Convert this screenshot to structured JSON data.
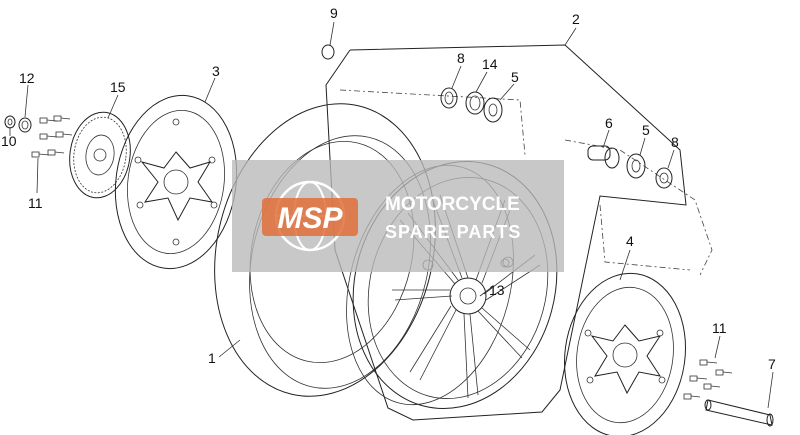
{
  "watermark": {
    "logo_text": "MSP",
    "line1": "MOTORCYCLE",
    "line2": "SPARE PARTS",
    "logo_color": "#e0703a",
    "band_color": "#b8b8b8"
  },
  "callouts": [
    {
      "id": "1",
      "text": "1"
    },
    {
      "id": "2",
      "text": "2"
    },
    {
      "id": "3",
      "text": "3"
    },
    {
      "id": "4",
      "text": "4"
    },
    {
      "id": "5a",
      "text": "5"
    },
    {
      "id": "5b",
      "text": "5"
    },
    {
      "id": "6",
      "text": "6"
    },
    {
      "id": "7",
      "text": "7"
    },
    {
      "id": "8a",
      "text": "8"
    },
    {
      "id": "8b",
      "text": "8"
    },
    {
      "id": "9",
      "text": "9"
    },
    {
      "id": "10",
      "text": "10"
    },
    {
      "id": "11a",
      "text": "11"
    },
    {
      "id": "11b",
      "text": "11"
    },
    {
      "id": "12",
      "text": "12"
    },
    {
      "id": "13",
      "text": "13"
    },
    {
      "id": "14",
      "text": "14"
    },
    {
      "id": "15",
      "text": "15"
    }
  ]
}
